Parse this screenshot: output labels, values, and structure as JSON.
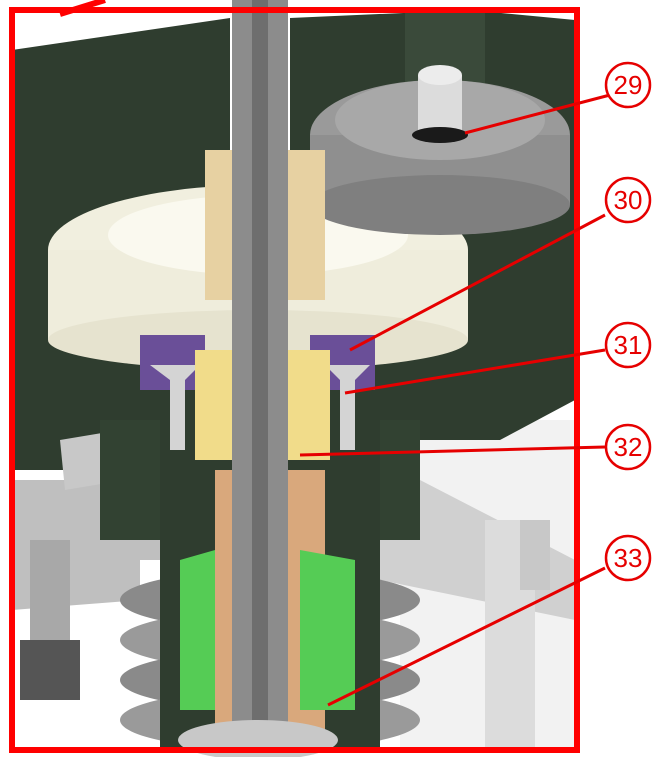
{
  "figure": {
    "frame_color": "#ff0000",
    "callout_color": "#e60000",
    "callouts": [
      {
        "number": "29",
        "target": "gear-set-screw"
      },
      {
        "number": "30",
        "target": "purple-retainer"
      },
      {
        "number": "31",
        "target": "screw"
      },
      {
        "number": "32",
        "target": "yellow-coupling"
      },
      {
        "number": "33",
        "target": "green-bushing"
      }
    ]
  },
  "colors": {
    "housing": "#2f3d2f",
    "shaft": "#8c8c8c",
    "big_gear": "#f1efdf",
    "small_gear": "#9a9a9a",
    "coupling": "#f1dc8a",
    "retainer": "#6a4f98",
    "bushing": "#55cc55",
    "bronze": "#d9a87c",
    "tan_key": "#e7d1a2",
    "metal_light": "#d4d4d4"
  }
}
